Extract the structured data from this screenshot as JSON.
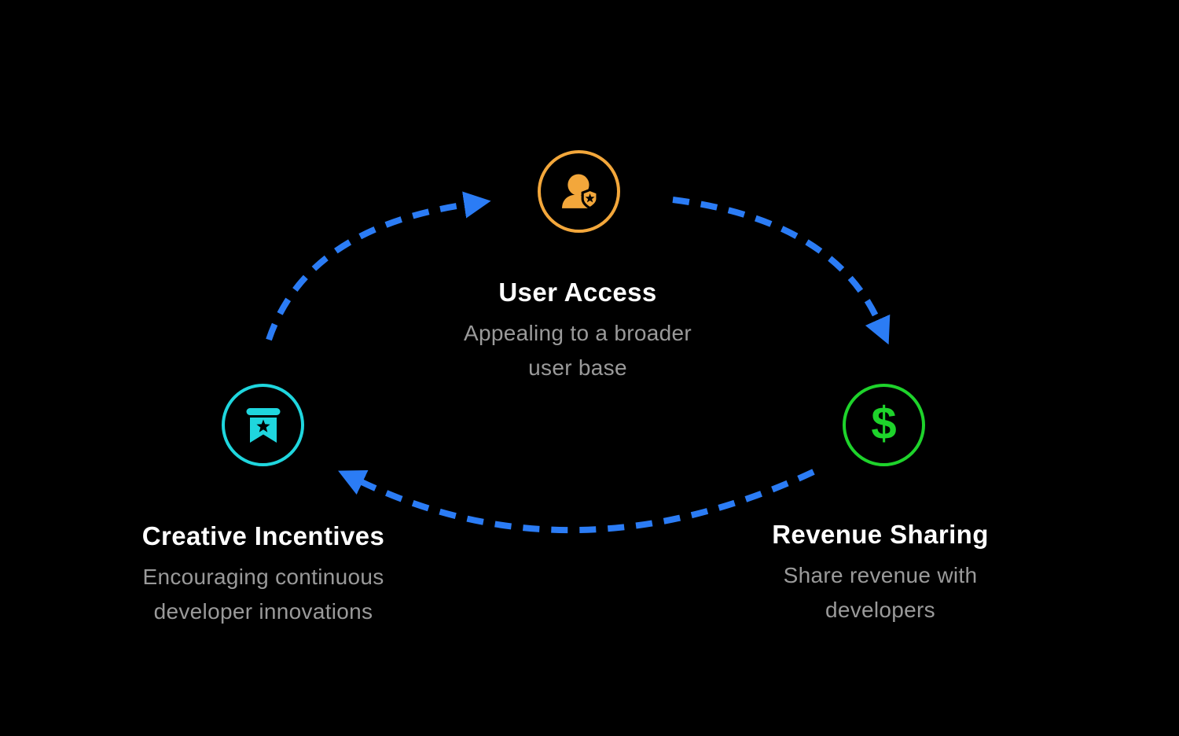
{
  "colors": {
    "background": "#000000",
    "arrow": "#2B7CF5",
    "orange": "#F3A73B",
    "cyan": "#1FD6DE",
    "green": "#1ED32B",
    "title": "#FFFFFF",
    "subtitle": "#9A9A9A"
  },
  "diagram": {
    "type": "cycle",
    "nodes": {
      "user_access": {
        "title": "User Access",
        "description": "Appealing to a broader\nuser base",
        "icon": "user-badge-icon",
        "accent": "#F3A73B",
        "position": "top"
      },
      "revenue_sharing": {
        "title": "Revenue Sharing",
        "description": "Share revenue with\ndevelopers",
        "icon": "dollar-icon",
        "glyph": "$",
        "accent": "#1ED32B",
        "position": "right"
      },
      "creative_incentives": {
        "title": "Creative Incentives",
        "description": "Encouraging continuous\ndeveloper innovations",
        "icon": "banner-star-icon",
        "accent": "#1FD6DE",
        "position": "left"
      }
    },
    "arrows": [
      {
        "from": "creative_incentives",
        "to": "user_access",
        "style": "dashed"
      },
      {
        "from": "user_access",
        "to": "revenue_sharing",
        "style": "dashed"
      },
      {
        "from": "revenue_sharing",
        "to": "creative_incentives",
        "style": "dashed"
      }
    ]
  }
}
